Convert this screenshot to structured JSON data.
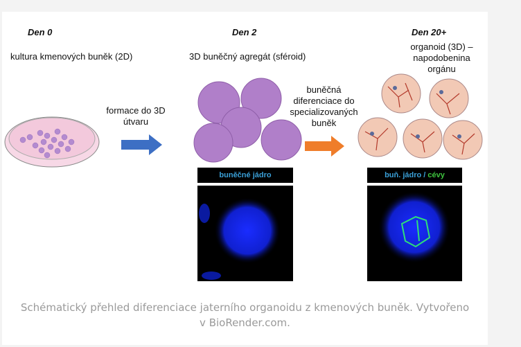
{
  "figure": {
    "stages": [
      {
        "day": "Den 0",
        "label": "kultura kmenových buněk (2D)"
      },
      {
        "day": "Den 2",
        "label": "3D buněčný agregát (sféroid)"
      },
      {
        "day": "Den 20+",
        "label_lines": [
          "organoid (3D) –",
          "napodobenina",
          "orgánu"
        ]
      }
    ],
    "arrows": [
      {
        "lines": [
          "formace do 3D",
          "útvaru"
        ],
        "color": "#3d6fc4"
      },
      {
        "lines": [
          "buněčná",
          "diferenciace do",
          "specializovaných",
          "buněk"
        ],
        "color": "#ef7d2a"
      }
    ],
    "micrographs": [
      {
        "label": "buněčné jádro"
      },
      {
        "label_part1": "buň. jádro / ",
        "label_part2": "cévy"
      }
    ]
  },
  "caption": {
    "line1": "Schématický přehled diferenciace jaterního organoidu z kmenových buněk. Vytvořeno",
    "line2": "v BioRender.com."
  }
}
